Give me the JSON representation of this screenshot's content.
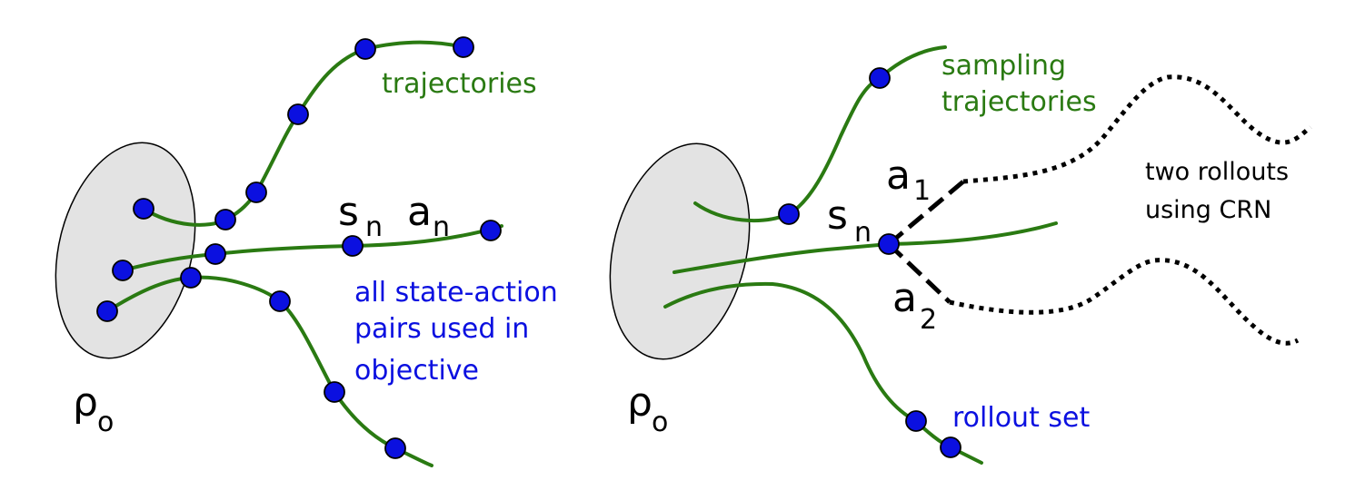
{
  "left_panel": {
    "label_trajectories": "trajectories",
    "label_pairs": [
      "all state-action",
      "pairs used in",
      "objective"
    ],
    "symbol_rho": "ρ",
    "symbol_rho_sub": "o",
    "symbol_s": "s",
    "symbol_s_sub": "n",
    "symbol_a": "a",
    "symbol_a_sub": "n"
  },
  "right_panel": {
    "label_sampling": [
      "sampling",
      "trajectories"
    ],
    "label_crn": [
      "two rollouts",
      "using CRN"
    ],
    "label_rollout": "rollout set",
    "symbol_rho": "ρ",
    "symbol_rho_sub": "o",
    "symbol_s": "s",
    "symbol_s_sub": "n",
    "symbol_a1": "a",
    "symbol_a1_sub": "1",
    "symbol_a2": "a",
    "symbol_a2_sub": "2"
  },
  "colors": {
    "trajectory": "#2a7a12",
    "state_dot": "#0b10e0",
    "start_region": "#e3e3e3",
    "rollout": "#000000"
  }
}
